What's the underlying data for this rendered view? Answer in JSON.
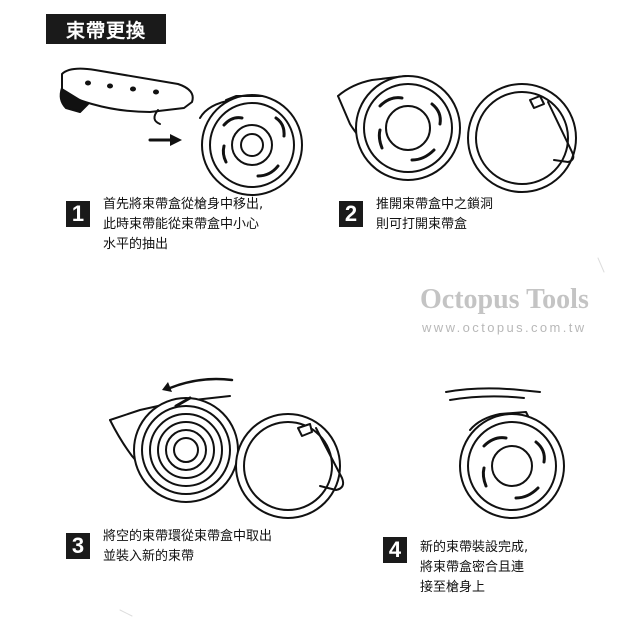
{
  "title": "束帶更換",
  "watermark": {
    "name": "Octopus Tools",
    "url": "www.octopus.com.tw"
  },
  "steps": [
    {
      "number": "1",
      "lines": [
        "首先將束帶盒從槍身中移出,",
        "此時束帶能從束帶盒中小心",
        "水平的抽出"
      ]
    },
    {
      "number": "2",
      "lines": [
        "推開束帶盒中之鎖洞",
        "則可打開束帶盒"
      ]
    },
    {
      "number": "3",
      "lines": [
        "將空的束帶環從束帶盒中取出",
        "並裝入新的束帶"
      ]
    },
    {
      "number": "4",
      "lines": [
        "新的束帶裝設完成,",
        "將束帶盒密合且連",
        "接至槍身上"
      ]
    }
  ]
}
